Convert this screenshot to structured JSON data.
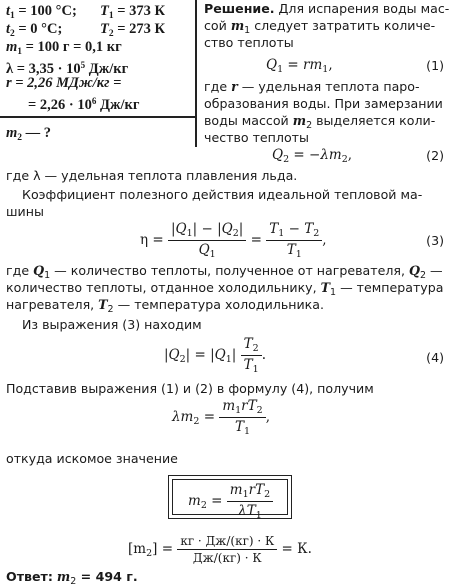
{
  "given": {
    "row1": {
      "a": "t",
      "a_sub": "1",
      "a_val": " = 100 °C;",
      "b": "T",
      "b_sub": "1",
      "b_val": " = 373 К"
    },
    "row2": {
      "a": "t",
      "a_sub": "2",
      "a_val": " = 0 °C;",
      "b": "T",
      "b_sub": "2",
      "b_val": " = 273 К"
    },
    "row3": {
      "a": "m",
      "a_sub": "1",
      "a_val": " = 100 г = 0,1 кг"
    },
    "row4": {
      "text": "λ = 3,35 · 10",
      "sup": "5",
      "tail": " Дж/кг"
    },
    "row5": {
      "text": "r = 2,26 МДж/кг ="
    },
    "row6": {
      "text": "= 2,26 · 10",
      "sup": "6",
      "tail": " Дж/кг"
    },
    "find": {
      "var": "m",
      "sub": "2",
      "tail": " — ?"
    }
  },
  "solution": {
    "heading": "Решение.",
    "p1": [
      " Для испарения воды мас-",
      "сой ",
      " следует затратить количе-",
      "ство теплоты"
    ],
    "m1": "m",
    "m1_sub": "1",
    "eq1": {
      "lhs": "Q",
      "lhs_sub": "1",
      "rhs": " = rm",
      "rhs_sub": "1",
      "tail": ",",
      "num": "(1)"
    },
    "p2": [
      "где ",
      " — удельная теплота паро-",
      "образования воды. При замерзании",
      "воды массой ",
      " выделяется коли-",
      "чество теплоты"
    ],
    "r": "r",
    "m2": "m",
    "m2_sub": "2",
    "eq2": {
      "lhs": "Q",
      "lhs_sub": "2",
      "rhs": " = −λm",
      "rhs_sub": "2",
      "tail": ",",
      "num": "(2)"
    },
    "p3": "где λ — удельная теплота плавления льда.",
    "p4a": "Коэффициент полезного действия идеальной тепловой ма-",
    "p4b": "шины",
    "eq3": {
      "eta": "η = ",
      "num1": "|Q",
      "num1_sub": "1",
      "num_mid": "| − |Q",
      "num2_sub": "2",
      "num_end": "|",
      "den1": "Q",
      "den1_sub": "1",
      "eq": " = ",
      "num_b1": "T",
      "num_b1_sub": "1",
      "num_b_mid": " − T",
      "num_b2_sub": "2",
      "den_b": "T",
      "den_b_sub": "1",
      "tail": ",",
      "num": "(3)"
    },
    "p5": [
      "где ",
      " — количество теплоты, полученное от нагревателя, ",
      " —",
      "количество теплоты, отданное холодильнику, ",
      " — температура",
      "нагревателя, ",
      " — температура холодильника."
    ],
    "p6": "Из выражения (3) находим",
    "eq4": {
      "lhs": "|Q",
      "lhs_sub": "2",
      "mid": "| = |Q",
      "mid_sub": "1",
      "mid_end": "| ",
      "num": "T",
      "num_sub": "2",
      "den": "T",
      "den_sub": "1",
      "tail": ".",
      "eqnum": "(4)"
    },
    "p7": "Подставив выражения (1) и (2) в формулу (4), получим",
    "eq5": {
      "lhs": "λm",
      "lhs_sub": "2",
      "eq": " = ",
      "num": "m",
      "num_sub": "1",
      "num_mid": "rT",
      "num_sub2": "2",
      "den": "T",
      "den_sub": "1",
      "tail": ","
    },
    "p8": "откуда искомое значение",
    "eq6": {
      "lhs": "m",
      "lhs_sub": "2",
      "eq": " = ",
      "num": "m",
      "num_sub": "1",
      "num_mid": "rT",
      "num_sub2": "2",
      "den": "λT",
      "den_sub": "1"
    },
    "eq7": {
      "lhs": "[m",
      "lhs_sub": "2",
      "lhs_end": "]",
      "eq": " = ",
      "num": "кг · Дж/(кг) · К",
      "den": "Дж/(кг) · К",
      "tail": " = К."
    },
    "answer_label": "Ответ:",
    "answer_var": "m",
    "answer_sub": "2",
    "answer_val": " = 494 г."
  }
}
